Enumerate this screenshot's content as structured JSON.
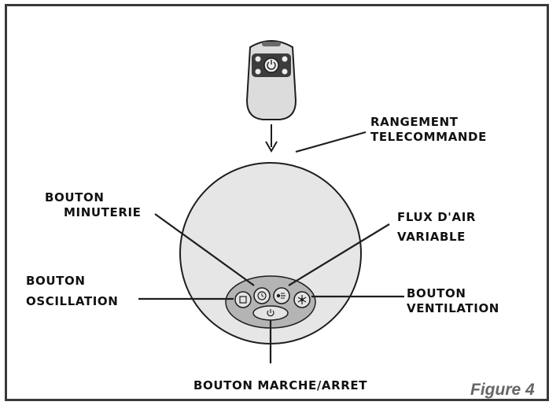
{
  "labels": {
    "storage_line1": "RANGEMENT",
    "storage_line2": "TELECOMMANDE",
    "timer_line1": "BOUTON",
    "timer_line2": "MINUTERIE",
    "airflow_line1": "FLUX D'AIR",
    "airflow_line2": "VARIABLE",
    "oscillation_line1": "BOUTON",
    "oscillation_line2": "OSCILLATION",
    "ventilation_line1": "BOUTON",
    "ventilation_line2": "VENTILATION",
    "power": "BOUTON MARCHE/ARRET"
  },
  "figure_caption": "Figure 4",
  "colors": {
    "border": "#3a3a3a",
    "line": "#1e1e1e",
    "body_fill": "#e6e6e6",
    "panel_fill": "#b4b4b4",
    "text": "#111111",
    "caption": "#666666"
  },
  "icons": {
    "oscillation": "oscillation-icon",
    "timer": "clock-icon",
    "airflow": "airflow-icon",
    "ventilation": "fan-icon",
    "power": "power-icon"
  }
}
